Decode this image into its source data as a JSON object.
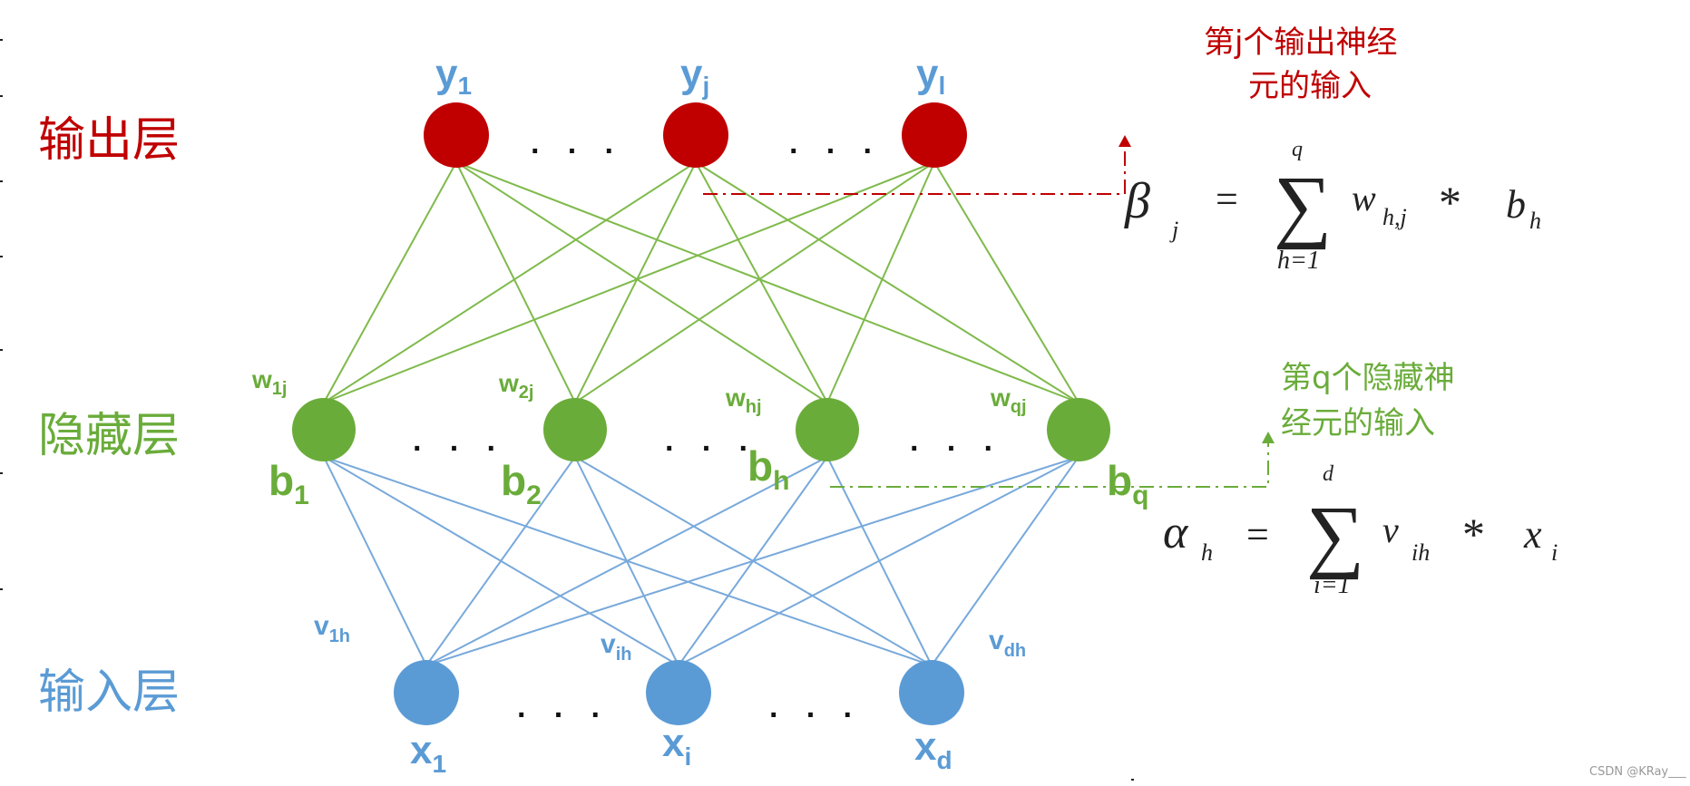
{
  "colors": {
    "output": "#c00000",
    "hidden": "#6aac3a",
    "input": "#5b9bd5",
    "hidden_edge": "#7fba4c",
    "input_edge": "#78a9db",
    "red_annot": "#c00000",
    "green_annot": "#6aac3a",
    "formula": "#222222"
  },
  "layers": {
    "output": "输出层",
    "hidden": "隐藏层",
    "input": "输入层"
  },
  "nodes": {
    "y1": {
      "base": "y",
      "sub": "1"
    },
    "yj": {
      "base": "y",
      "sub": "j"
    },
    "yl": {
      "base": "y",
      "sub": "l"
    },
    "b1": {
      "base": "b",
      "sub": "1"
    },
    "b2": {
      "base": "b",
      "sub": "2"
    },
    "bh": {
      "base": "b",
      "sub": "h"
    },
    "bq": {
      "base": "b",
      "sub": "q"
    },
    "x1": {
      "base": "x",
      "sub": "1"
    },
    "xi": {
      "base": "x",
      "sub": "i"
    },
    "xd": {
      "base": "x",
      "sub": "d"
    }
  },
  "weights": {
    "w1j": {
      "base": "w",
      "sub": "1j"
    },
    "w2j": {
      "base": "w",
      "sub": "2j"
    },
    "whj": {
      "base": "w",
      "sub": "hj"
    },
    "wqj": {
      "base": "w",
      "sub": "qj"
    },
    "v1h": {
      "base": "v",
      "sub": "1h"
    },
    "vih": {
      "base": "v",
      "sub": "ih"
    },
    "vdh": {
      "base": "v",
      "sub": "dh"
    }
  },
  "ellipsis": "· · ·",
  "annotations": {
    "output_line1": "第j个输出神经",
    "output_line2": "元的输入",
    "hidden_line1": "第q个隐藏神",
    "hidden_line2": "经元的输入"
  },
  "formula_beta": {
    "lhs": "β",
    "lhs_sub": "j",
    "eq": "=",
    "sigma": "∑",
    "upper": "q",
    "lower": "h=1",
    "term": "w",
    "term_sub": "h,j",
    "op": "*",
    "term2": "b",
    "term2_sub": "h"
  },
  "formula_alpha": {
    "lhs": "α",
    "lhs_sub": "h",
    "eq": "=",
    "sigma": "∑",
    "upper": "d",
    "lower": "i=1",
    "term": "v",
    "term_sub": "ih",
    "op": "*",
    "term2": "x",
    "term2_sub": "i"
  },
  "watermark": "CSDN @KRay___"
}
